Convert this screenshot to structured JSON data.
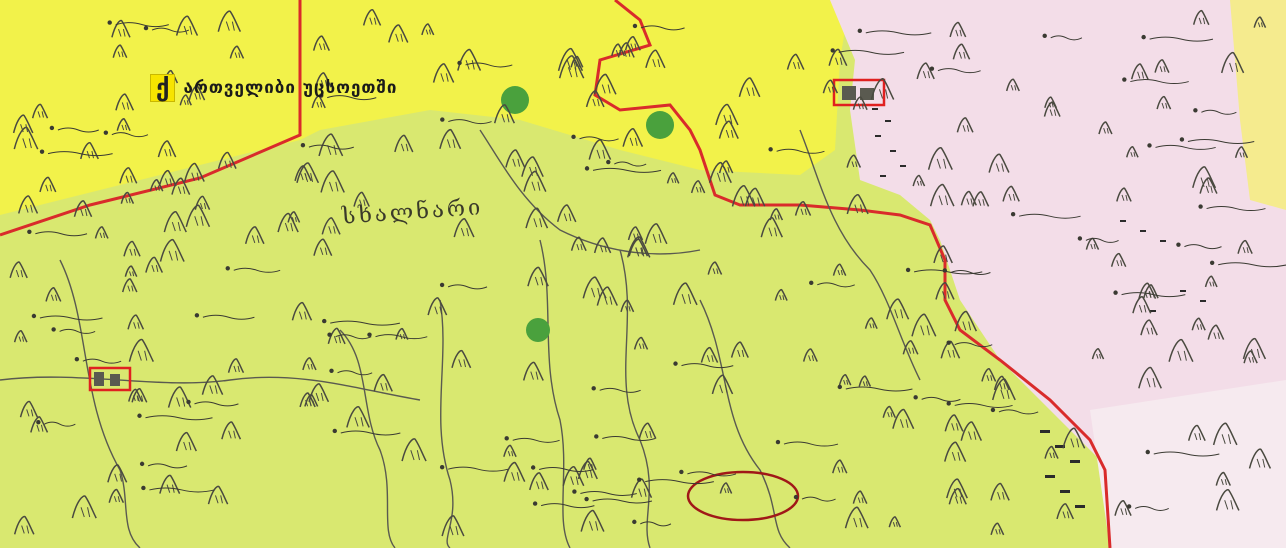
{
  "map": {
    "title_prefix": "ქ",
    "title_text": "ართველიბი უცსოეთში",
    "region_label": "სხალნარი"
  },
  "colors": {
    "region_fill": "#d9e870",
    "north_fill": "#f2f24a",
    "east_fill": "#f3dde8",
    "border": "#d92b2b",
    "mountain": "#4a4a40",
    "river": "#5a5a50",
    "highlight": "#e02020",
    "circle": "#a01818",
    "forest": "#4aa13d"
  },
  "legend_icons": [
    "mountain-icon",
    "village-icon",
    "forest-icon",
    "fortress-icon"
  ]
}
